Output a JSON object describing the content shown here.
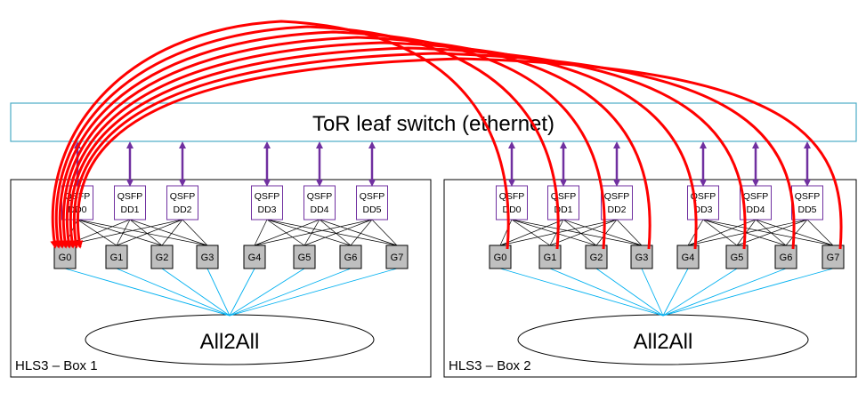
{
  "switch": {
    "label": "ToR leaf switch (ethernet)"
  },
  "boxes": [
    {
      "label": "HLS3 – Box 1",
      "all2all": "All2All",
      "qsfp": [
        {
          "line1": "QSFP",
          "line2": "DD0"
        },
        {
          "line1": "QSFP",
          "line2": "DD1"
        },
        {
          "line1": "QSFP",
          "line2": "DD2"
        },
        {
          "line1": "QSFP",
          "line2": "DD3"
        },
        {
          "line1": "QSFP",
          "line2": "DD4"
        },
        {
          "line1": "QSFP",
          "line2": "DD5"
        }
      ],
      "gpus": [
        "G0",
        "G1",
        "G2",
        "G3",
        "G4",
        "G5",
        "G6",
        "G7"
      ]
    },
    {
      "label": "HLS3 – Box 2",
      "all2all": "All2All",
      "qsfp": [
        {
          "line1": "QSFP",
          "line2": "DD0"
        },
        {
          "line1": "QSFP",
          "line2": "DD1"
        },
        {
          "line1": "QSFP",
          "line2": "DD2"
        },
        {
          "line1": "QSFP",
          "line2": "DD3"
        },
        {
          "line1": "QSFP",
          "line2": "DD4"
        },
        {
          "line1": "QSFP",
          "line2": "DD5"
        }
      ],
      "gpus": [
        "G0",
        "G1",
        "G2",
        "G3",
        "G4",
        "G5",
        "G6",
        "G7"
      ]
    }
  ],
  "colors": {
    "switch_border": "#4bacc6",
    "qsfp_border": "#7030a0",
    "uplink_arrow": "#7030a0",
    "gpu_fill": "#bfbfbf",
    "all2all_lines": "#00b0f0",
    "red_paths": "#ff0000",
    "mesh_lines": "#000000"
  }
}
